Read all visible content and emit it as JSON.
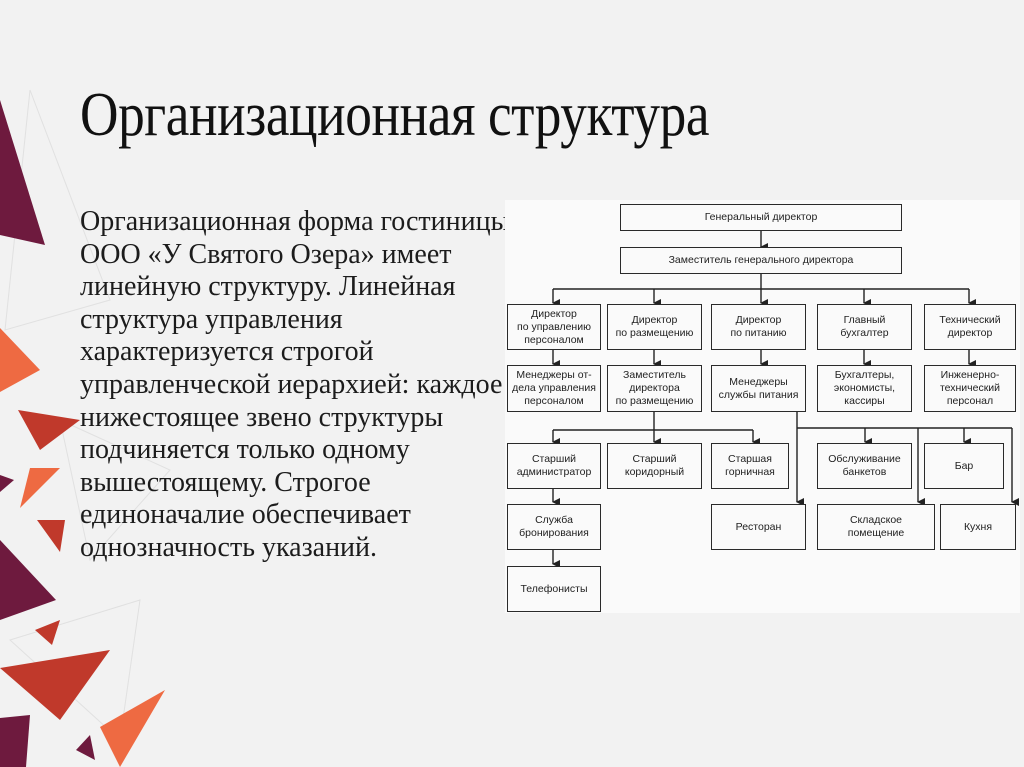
{
  "slide": {
    "title": "Организационная структура",
    "body": "Организационная форма гостиницы ООО «У Святого Озера» имеет линейную структуру. Линейная структура управления характеризуется строгой управленческой иерархией: каждое нижестоящее звено структуры подчиняется только одному вышестоящему. Строгое единоначалие обеспечивает однозначность указаний."
  },
  "colors": {
    "background": "#f2f2f2",
    "maroon": "#6e1a3e",
    "red": "#c0392b",
    "orange": "#ee6a42"
  },
  "org_chart": {
    "level1": {
      "label": "Генеральный директор"
    },
    "level2": {
      "label": "Заместитель генерального директора"
    },
    "directors": [
      {
        "label": "Директор\nпо управлению\nперсоналом"
      },
      {
        "label": "Директор\nпо размещению"
      },
      {
        "label": "Директор\nпо питанию"
      },
      {
        "label": "Главный\nбухгалтер"
      },
      {
        "label": "Технический\nдиректор"
      }
    ],
    "staff": [
      {
        "label": "Менеджеры от-\nдела управления\nперсоналом"
      },
      {
        "label": "Заместитель\nдиректора\nпо размещению"
      },
      {
        "label": "Менеджеры\nслужбы питания"
      },
      {
        "label": "Бухгалтеры,\nэкономисты,\nкассиры"
      },
      {
        "label": "Инженерно-\nтехнический\nперсонал"
      }
    ],
    "row3": [
      {
        "label": "Старший\nадминистратор"
      },
      {
        "label": "Старший\nкоридорный"
      },
      {
        "label": "Старшая\nгорничная"
      },
      {
        "label": "Обслуживание\nбанкетов"
      },
      {
        "label": "Бар"
      }
    ],
    "row4": [
      {
        "label": "Служба\nбронирования"
      },
      {
        "label": "Ресторан"
      },
      {
        "label": "Складское\nпомещение"
      },
      {
        "label": "Кухня"
      }
    ],
    "row5": [
      {
        "label": "Телефонисты"
      }
    ]
  }
}
